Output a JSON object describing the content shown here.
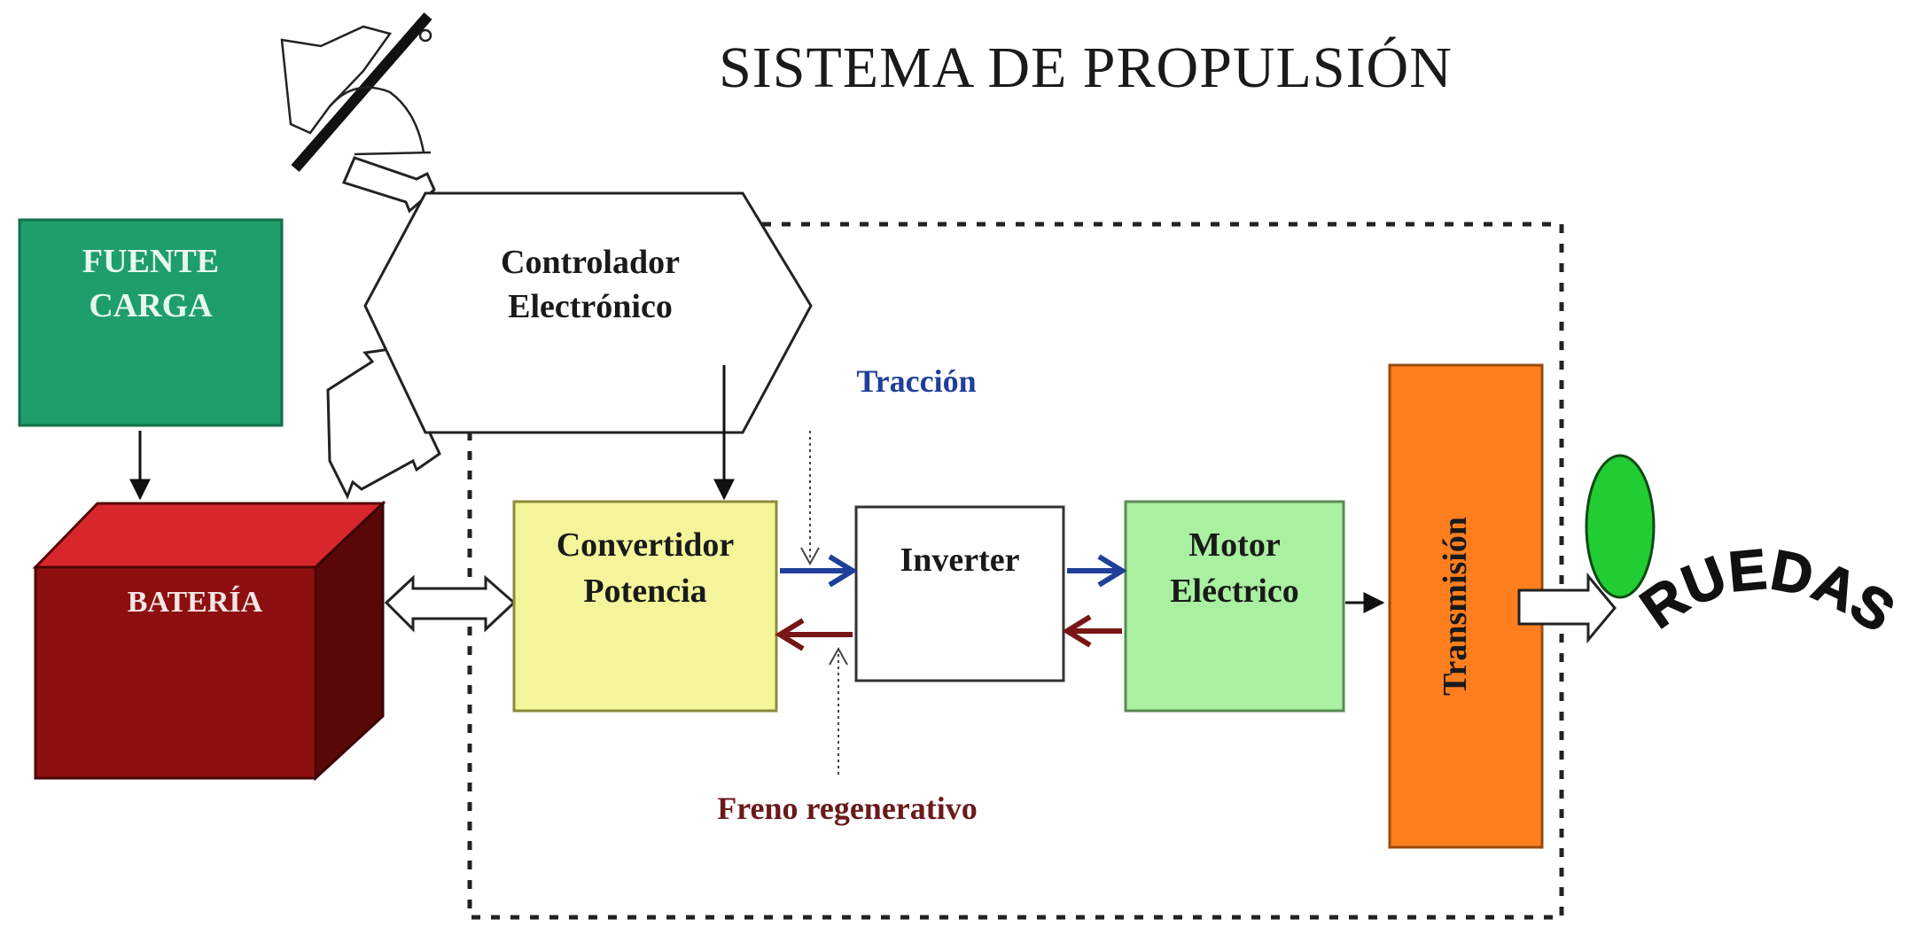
{
  "title": "SISTEMA DE PROPULSIÓN",
  "blocks": {
    "fuente": {
      "line1": "FUENTE",
      "line2": "CARGA"
    },
    "bateria": {
      "label": "BATERÍA"
    },
    "controlador": {
      "line1": "Controlador",
      "line2": "Electrónico"
    },
    "convertidor": {
      "line1": "Convertidor",
      "line2": "Potencia"
    },
    "inverter": {
      "label": "Inverter"
    },
    "motor": {
      "line1": "Motor",
      "line2": "Eléctrico"
    },
    "transmision": {
      "label": "Transmisión"
    },
    "ruedas": {
      "label": "RUEDAS"
    }
  },
  "annotations": {
    "traccion": "Tracción",
    "freno": "Freno regenerativo"
  },
  "colors": {
    "fuente": "#1e9e6a",
    "bateria_front": "#8e0f10",
    "bateria_top": "#d7272c",
    "bateria_side": "#5a0707",
    "convertidor": "#f4f59a",
    "motor": "#a9f0a0",
    "transmision": "#ff7f1e",
    "rueda": "#22cc33",
    "traccion_arrow": "#1f3f9a",
    "freno_arrow": "#7a1515"
  }
}
